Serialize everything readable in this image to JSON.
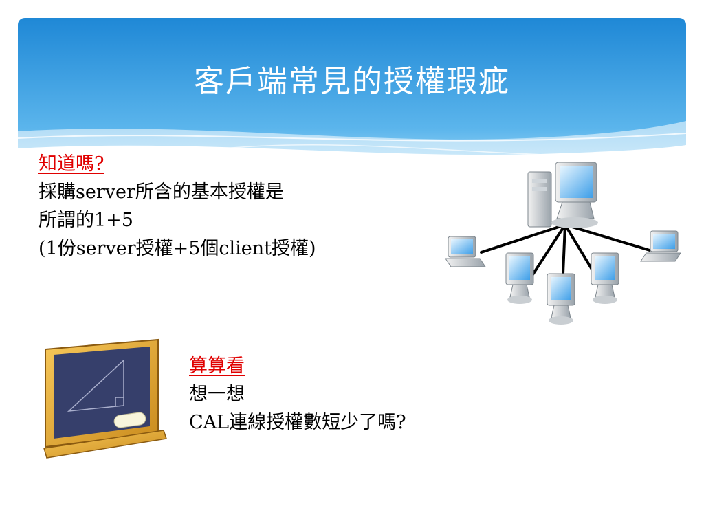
{
  "slide": {
    "title": "客戶端常見的授權瑕疵",
    "tip": {
      "heading": "知道嗎?",
      "lines": [
        "採購server所含的基本授權是",
        "所謂的1+5",
        "(1份server授權+5個client授權)"
      ]
    },
    "exercise": {
      "heading": "算算看",
      "lines": [
        "想一想",
        "CAL連線授權數短少了嗎?"
      ]
    }
  },
  "colors": {
    "header_top": "#1f88d6",
    "header_bottom": "#7ec8f2",
    "accent_red": "#e00000",
    "text": "#000000"
  },
  "icons": {
    "network": "network-diagram-icon",
    "blackboard": "blackboard-icon"
  }
}
